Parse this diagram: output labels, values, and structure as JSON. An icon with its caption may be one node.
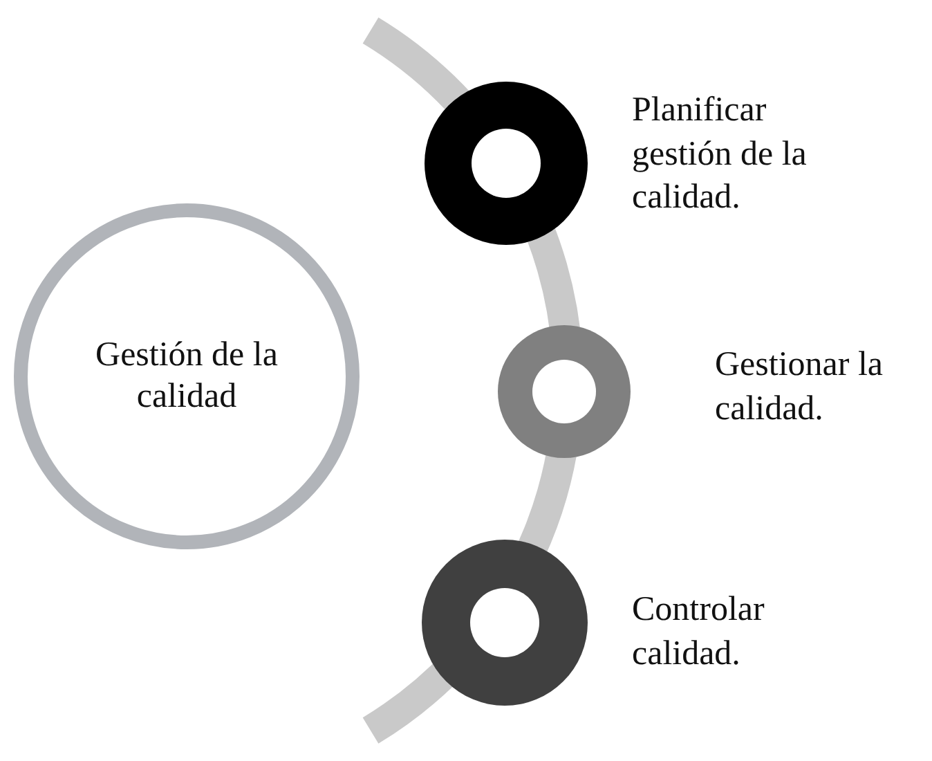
{
  "diagram": {
    "nodes": [
      {
        "text": [
          "Gestión de la calidad"
        ]
      },
      {
        "text": [],
        "shape": "circle",
        "beside": [
          "Planificar gestión de la calidad."
        ]
      },
      {
        "text": [],
        "shape": "circle",
        "beside": [
          "Gestionar la calidad."
        ]
      },
      {
        "text": [],
        "shape": "circle",
        "beside": [
          "Controlar calidad."
        ]
      }
    ]
  }
}
